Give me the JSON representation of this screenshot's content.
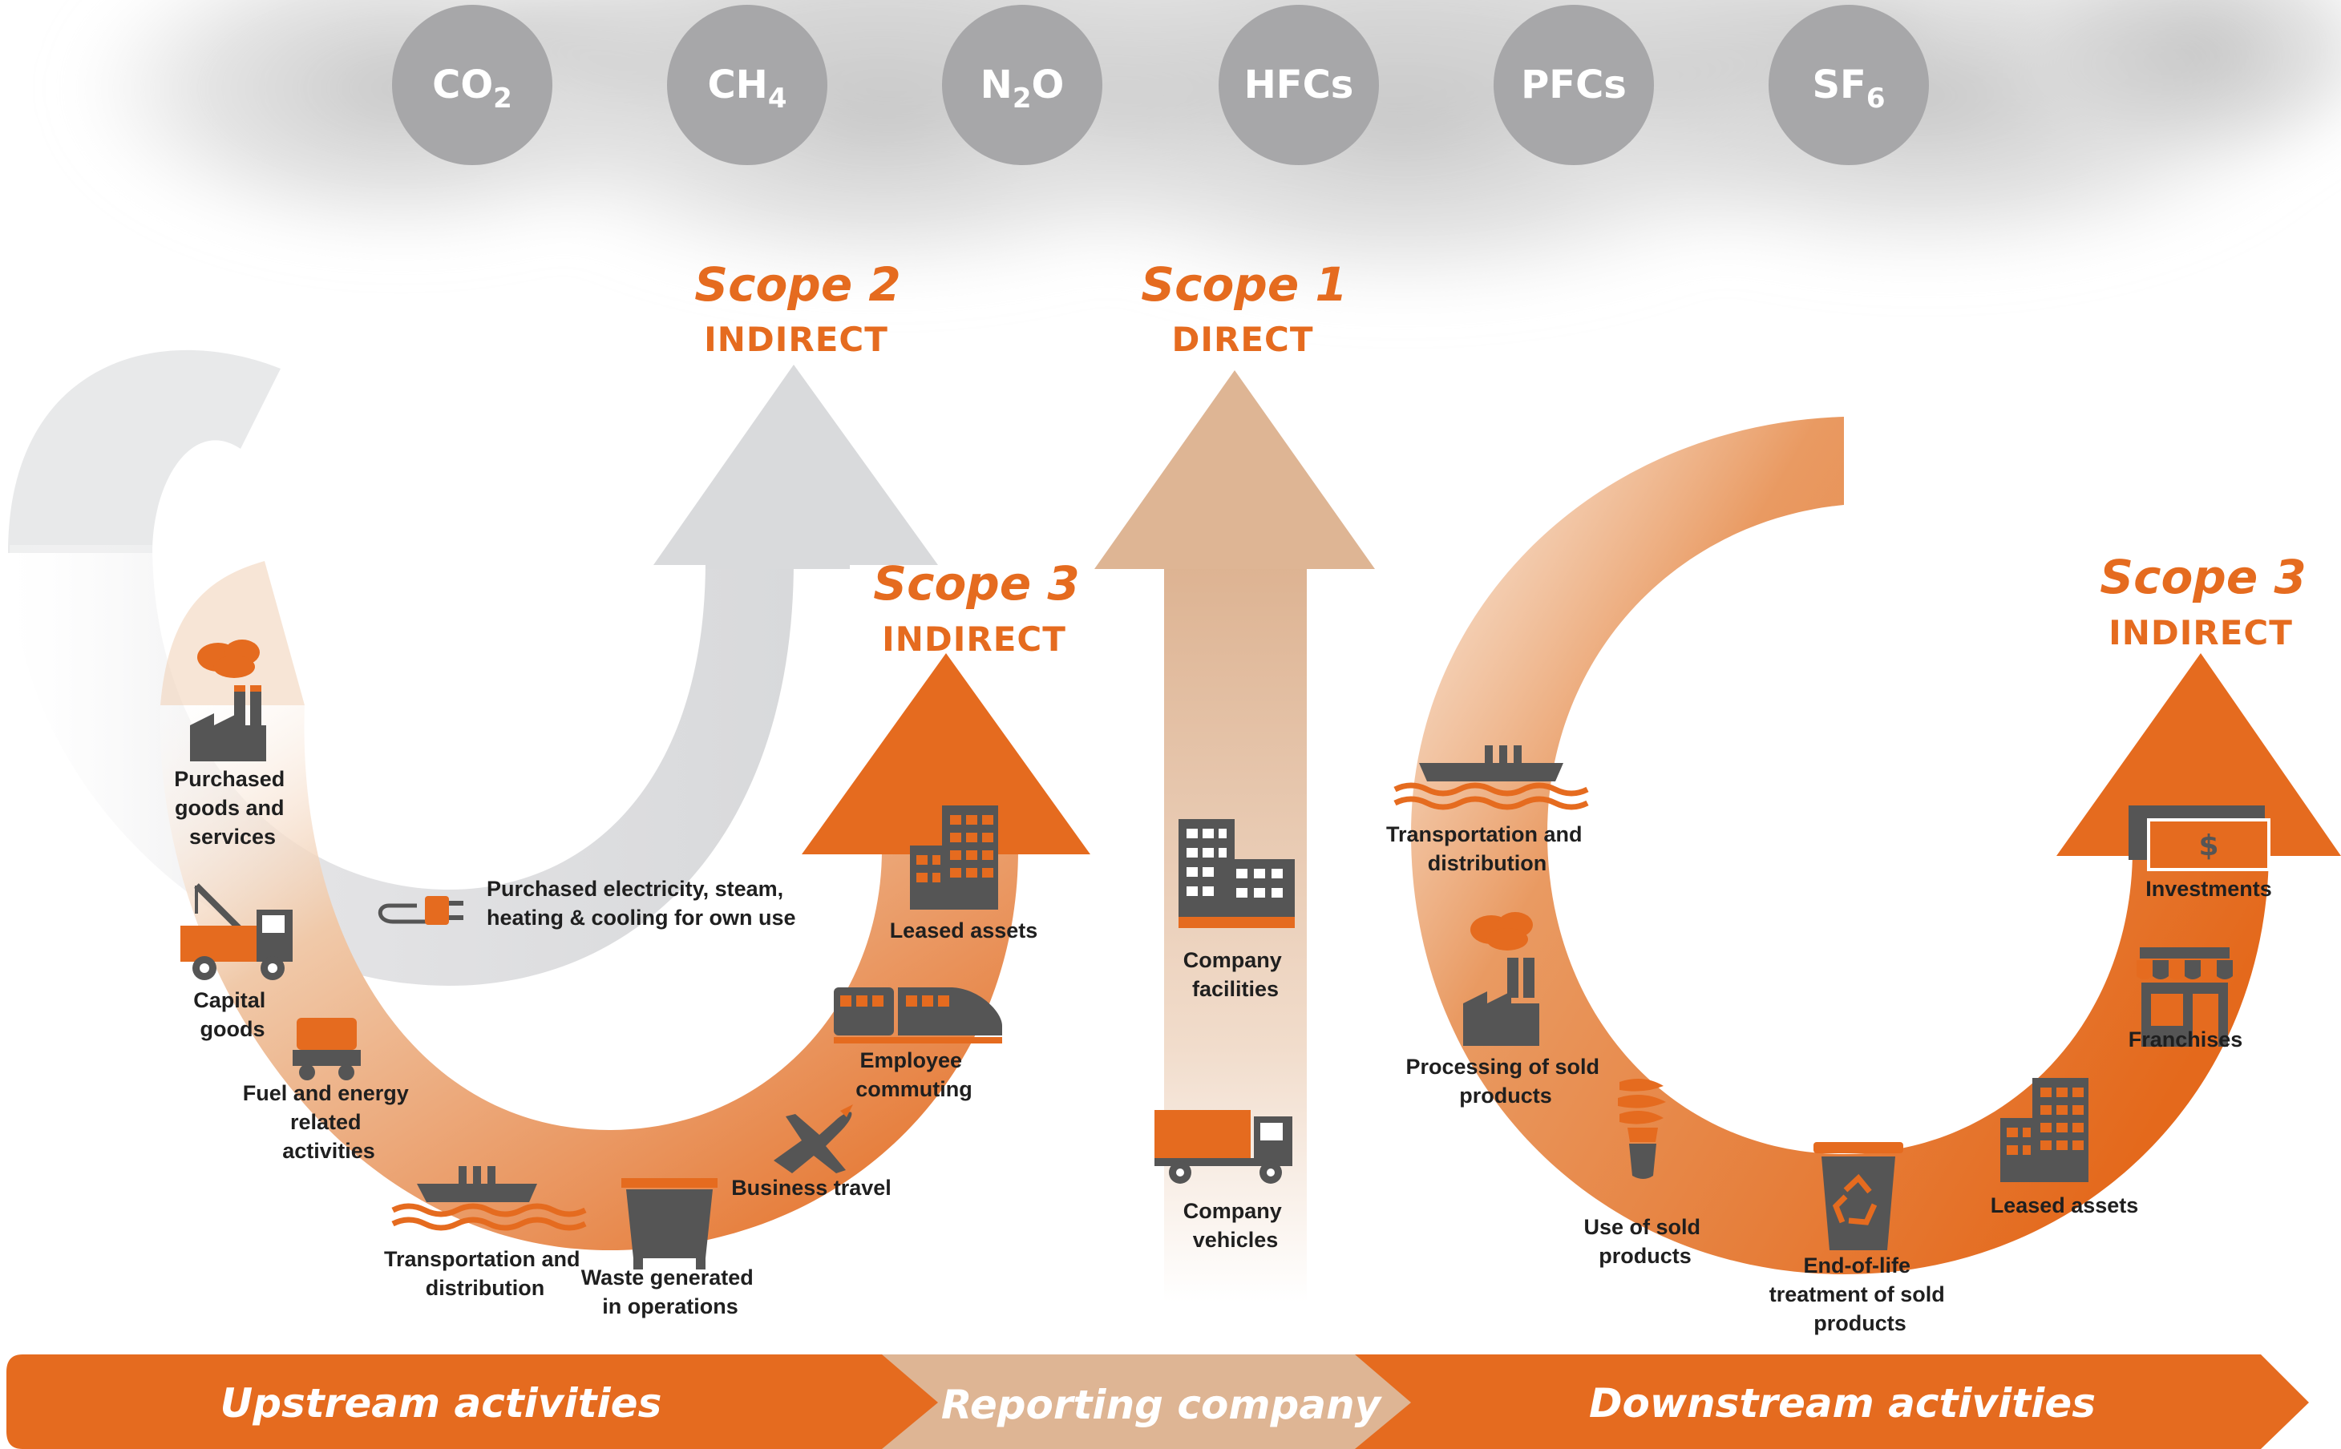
{
  "gases": [
    {
      "base": "CO",
      "sub": "2"
    },
    {
      "base": "CH",
      "sub": "4"
    },
    {
      "base": "N",
      "sub": "2",
      "tail": "O"
    },
    {
      "base": "HFCs",
      "sub": ""
    },
    {
      "base": "PFCs",
      "sub": ""
    },
    {
      "base": "SF",
      "sub": "6"
    }
  ],
  "scopes": {
    "scope2": {
      "title": "Scope 2",
      "subtitle": "INDIRECT"
    },
    "scope1": {
      "title": "Scope 1",
      "subtitle": "DIRECT"
    },
    "scope3_upstream": {
      "title": "Scope 3",
      "subtitle": "INDIRECT"
    },
    "scope3_downstream": {
      "title": "Scope 3",
      "subtitle": "INDIRECT"
    }
  },
  "upstream_items": {
    "purchased_goods": [
      "Purchased",
      "goods and",
      "services"
    ],
    "capital_goods": [
      "Capital",
      "goods"
    ],
    "fuel_energy": [
      "Fuel and energy",
      "related",
      "activities"
    ],
    "transportation": [
      "Transportation and",
      "distribution"
    ],
    "waste": [
      "Waste generated",
      "in operations"
    ],
    "business_travel": [
      "Business travel"
    ],
    "employee_commuting": [
      "Employee",
      "commuting"
    ],
    "leased_assets": [
      "Leased assets"
    ]
  },
  "scope2_item": [
    "Purchased electricity, steam,",
    "heating & cooling for own use"
  ],
  "scope1_items": {
    "facilities": [
      "Company",
      "facilities"
    ],
    "vehicles": [
      "Company",
      "vehicles"
    ]
  },
  "downstream_items": {
    "transportation": [
      "Transportation and",
      "distribution"
    ],
    "processing": [
      "Processing of sold",
      "products"
    ],
    "use": [
      "Use of sold",
      "products"
    ],
    "end_of_life": [
      "End-of-life",
      "treatment of sold",
      "products"
    ],
    "leased_assets": [
      "Leased assets"
    ],
    "franchises": [
      "Franchises"
    ],
    "investments": [
      "Investments"
    ]
  },
  "investment_symbol": "$",
  "bottom_bar": {
    "upstream": "Upstream activities",
    "reporting": "Reporting company",
    "downstream": "Downstream activities"
  },
  "colors": {
    "orange": "#e56b1f",
    "light_orange": "#e8b58f",
    "beige": "#dfb796",
    "grey_arrow": "#d9dadc",
    "gas_circle": "#a7a7a9",
    "icon_grey": "#555555",
    "text": "#1f1f1f"
  }
}
